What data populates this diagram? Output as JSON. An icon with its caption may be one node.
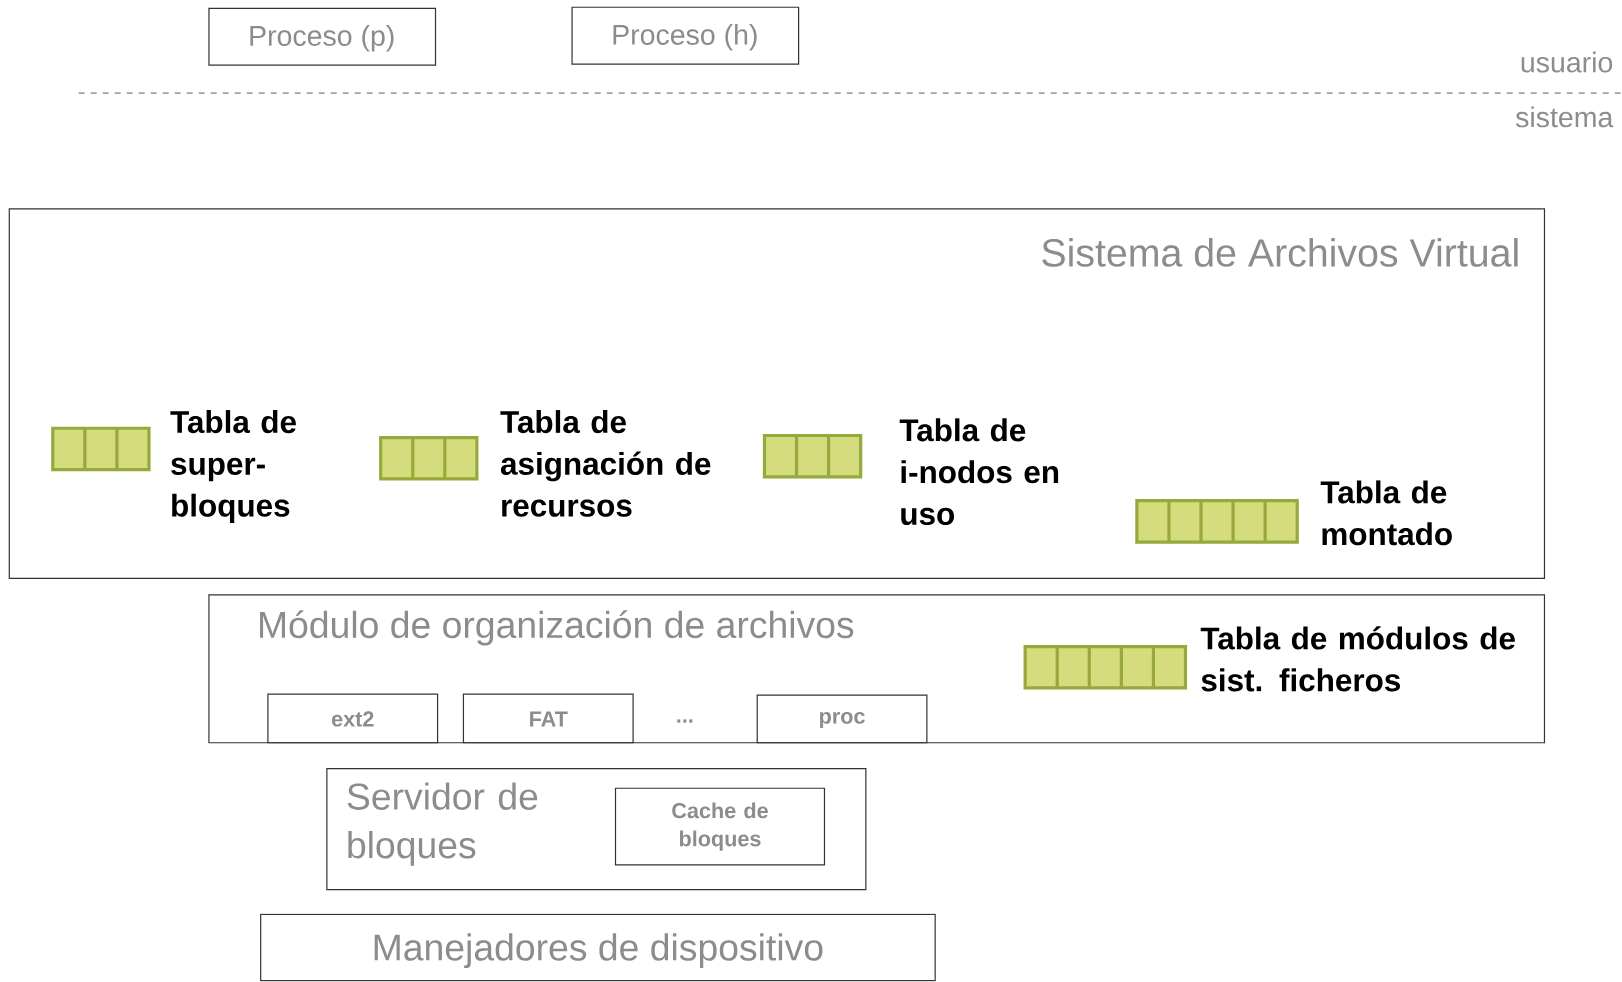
{
  "diagram": {
    "nodes": [
      {
        "text": [
          "Proceso (p)"
        ]
      },
      {
        "text": [
          "Proceso (h)"
        ]
      },
      {
        "text": [
          "Sistema de Archivos Virtual"
        ]
      },
      {
        "text": [],
        "shape": "box",
        "in": 2,
        "beside": [
          "Tabla de super-bloques"
        ]
      },
      {
        "text": [],
        "shape": "box",
        "in": 2,
        "beside": [
          "Tabla de asignación de recursos"
        ]
      },
      {
        "text": [],
        "shape": "box",
        "in": 2,
        "beside": [
          "Tabla de i-nodos en uso"
        ]
      },
      {
        "text": [],
        "shape": "box",
        "in": 2,
        "beside": [
          "Tabla de montado"
        ]
      },
      {
        "text": [
          "Módulo de organización de archivos"
        ]
      },
      {
        "text": [
          "ext2"
        ],
        "in": 7
      },
      {
        "text": [
          "FAT"
        ],
        "in": 7
      },
      {
        "text": [
          "proc"
        ],
        "in": 7
      },
      {
        "text": [],
        "shape": "box",
        "in": 7,
        "beside": [
          "Tabla de módulos de sist. ficheros"
        ]
      },
      {
        "text": [
          "Servidor de bloques"
        ]
      },
      {
        "text": [
          "Cache de bloques"
        ],
        "in": 12
      },
      {
        "text": [
          "Manejadores de dispositivo"
        ]
      }
    ],
    "labels": [
      "usuario",
      "sistema",
      "..."
    ]
  }
}
